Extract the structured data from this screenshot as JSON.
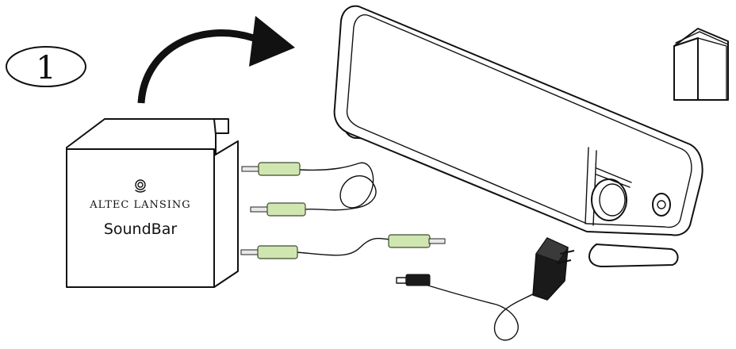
{
  "step": {
    "number": "1"
  },
  "box": {
    "brand": "ALTEC LANSING",
    "product": "SoundBar"
  },
  "colors": {
    "ink": "#111111",
    "plug_sleeve": "#cfe6b0",
    "background": "#ffffff"
  },
  "icons": {
    "step_badge": "circled-number",
    "arrow": "curved-arrow-icon",
    "logo": "swirl-logo-icon",
    "manual": "booklet-icon"
  }
}
